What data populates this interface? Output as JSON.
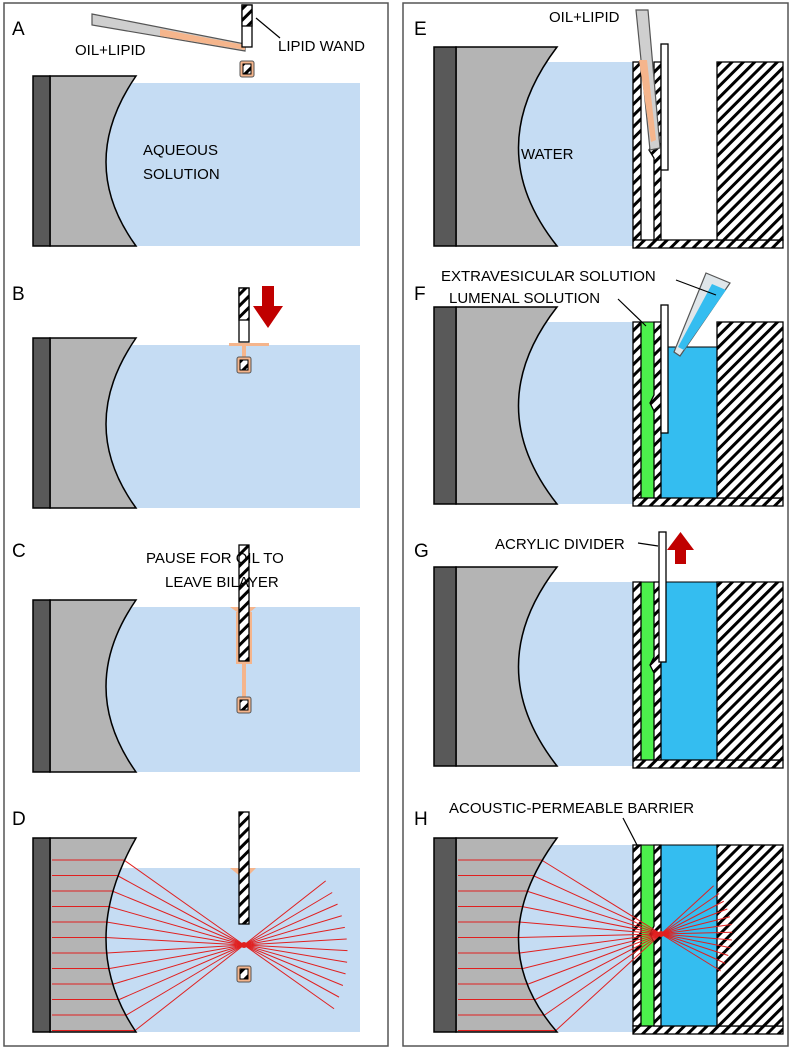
{
  "panels": [
    {
      "letter": "A",
      "labels": [
        "OIL+LIPID",
        "LIPID WAND",
        "AQUEOUS",
        "SOLUTION"
      ]
    },
    {
      "letter": "B",
      "labels": []
    },
    {
      "letter": "C",
      "labels": [
        "PAUSE FOR OIL TO",
        "LEAVE BILAYER"
      ]
    },
    {
      "letter": "D",
      "labels": []
    },
    {
      "letter": "E",
      "labels": [
        "OIL+LIPID",
        "WATER"
      ]
    },
    {
      "letter": "F",
      "labels": [
        "EXTRAVESICULAR SOLUTION",
        "LUMENAL SOLUTION"
      ]
    },
    {
      "letter": "G",
      "labels": [
        "ACRYLIC DIVIDER"
      ]
    },
    {
      "letter": "H",
      "labels": [
        "ACOUSTIC-PERMEABLE BARRIER"
      ]
    }
  ],
  "colors": {
    "water": "#c5dcf3",
    "oil": "#f5b58c",
    "lens": "#b4b4b4",
    "backing": "#595959",
    "green": "#4cf04c",
    "blue": "#34bdf0",
    "arrow": "#c00000",
    "ray": "#e02020"
  }
}
